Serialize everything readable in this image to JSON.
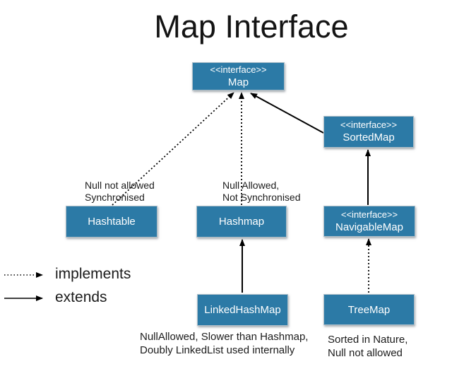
{
  "title": "Map Interface",
  "colors": {
    "background": "#FFFFFF",
    "box_fill": "#2C7AA6",
    "box_border": "#AEBFC9",
    "box_text": "#FFFFFF",
    "annotation_text": "#1B1B1B",
    "arrow": "#000000"
  },
  "nodes": {
    "map": {
      "stereotype": "<<interface>>",
      "name": "Map"
    },
    "sortedmap": {
      "stereotype": "<<interface>>",
      "name": "SortedMap"
    },
    "navigablemap": {
      "stereotype": "<<interface>>",
      "name": "NavigableMap"
    },
    "hashtable": {
      "name": "Hashtable"
    },
    "hashmap": {
      "name": "Hashmap"
    },
    "linkedhashmap": {
      "name": "LinkedHashMap"
    },
    "treemap": {
      "name": "TreeMap"
    }
  },
  "notes": {
    "hashtable": {
      "line1": "Null not allowed",
      "line2": "Synchronised"
    },
    "hashmap": {
      "line1": "Null Allowed,",
      "line2": "Not Synchronised"
    },
    "linkedhashmap": {
      "line1": "NullAllowed, Slower than Hashmap,",
      "line2": "Doubly LinkedList used internally"
    },
    "treemap": {
      "line1": "Sorted in Nature,",
      "line2": "Null not allowed"
    }
  },
  "legend": {
    "implements_label": "implements",
    "extends_label": "extends"
  },
  "edges": [
    {
      "from": "Hashtable",
      "to": "Map",
      "relation": "implements"
    },
    {
      "from": "Hashmap",
      "to": "Map",
      "relation": "implements"
    },
    {
      "from": "SortedMap",
      "to": "Map",
      "relation": "extends"
    },
    {
      "from": "NavigableMap",
      "to": "SortedMap",
      "relation": "extends"
    },
    {
      "from": "LinkedHashMap",
      "to": "Hashmap",
      "relation": "extends"
    },
    {
      "from": "TreeMap",
      "to": "NavigableMap",
      "relation": "implements"
    }
  ]
}
